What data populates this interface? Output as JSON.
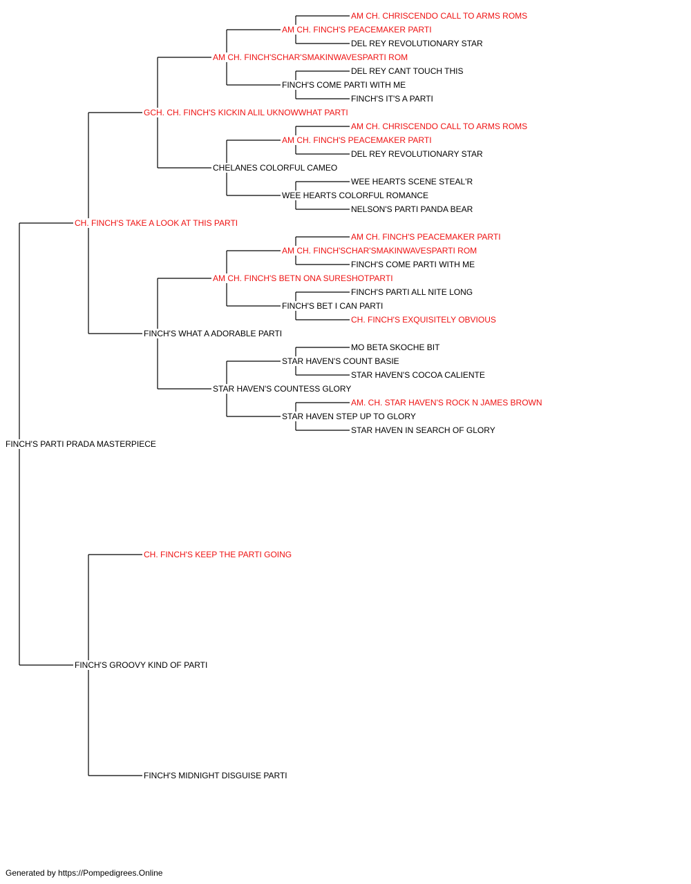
{
  "colors": {
    "titled": "#ee1111",
    "untitled": "#000000",
    "connector": "#000000",
    "background": "#ffffff"
  },
  "pedigree": {
    "name": "FINCH'S PARTI PRADA MASTERPIECE",
    "titled": false,
    "sire": {
      "name": "CH. FINCH'S TAKE A LOOK AT THIS PARTI",
      "titled": true,
      "sire": {
        "name": "GCH. CH. FINCH'S KICKIN ALIL UKNOWWHAT PARTI",
        "titled": true,
        "sire": {
          "name": "AM CH. FINCH'SCHAR'SMAKINWAVESPARTI ROM",
          "titled": true,
          "sire": {
            "name": "AM CH. FINCH'S PEACEMAKER PARTI",
            "titled": true,
            "sire": {
              "name": "AM CH. CHRISCENDO CALL TO ARMS ROMS",
              "titled": true
            },
            "dam": {
              "name": "DEL REY REVOLUTIONARY STAR",
              "titled": false
            }
          },
          "dam": {
            "name": "FINCH'S COME PARTI WITH ME",
            "titled": false,
            "sire": {
              "name": "DEL REY CANT TOUCH THIS",
              "titled": false
            },
            "dam": {
              "name": "FINCH'S IT'S A PARTI",
              "titled": false
            }
          }
        },
        "dam": {
          "name": "CHELANES COLORFUL CAMEO",
          "titled": false,
          "sire": {
            "name": "AM CH. FINCH'S PEACEMAKER PARTI",
            "titled": true,
            "sire": {
              "name": "AM CH. CHRISCENDO CALL TO ARMS ROMS",
              "titled": true
            },
            "dam": {
              "name": "DEL REY REVOLUTIONARY STAR",
              "titled": false
            }
          },
          "dam": {
            "name": "WEE HEARTS COLORFUL ROMANCE",
            "titled": false,
            "sire": {
              "name": "WEE HEARTS SCENE STEAL'R",
              "titled": false
            },
            "dam": {
              "name": "NELSON'S PARTI PANDA BEAR",
              "titled": false
            }
          }
        }
      },
      "dam": {
        "name": "FINCH'S WHAT A ADORABLE PARTI",
        "titled": false,
        "sire": {
          "name": "AM CH. FINCH'S BETN ONA SURESHOTPARTI",
          "titled": true,
          "sire": {
            "name": "AM CH. FINCH'SCHAR'SMAKINWAVESPARTI ROM",
            "titled": true,
            "sire": {
              "name": "AM CH. FINCH'S PEACEMAKER PARTI",
              "titled": true
            },
            "dam": {
              "name": "FINCH'S COME PARTI WITH ME",
              "titled": false
            }
          },
          "dam": {
            "name": "FINCH'S BET I CAN PARTI",
            "titled": false,
            "sire": {
              "name": "FINCH'S PARTI ALL NITE LONG",
              "titled": false
            },
            "dam": {
              "name": "CH. FINCH'S EXQUISITELY OBVIOUS",
              "titled": true
            }
          }
        },
        "dam": {
          "name": "STAR HAVEN'S COUNTESS GLORY",
          "titled": false,
          "sire": {
            "name": "STAR HAVEN'S COUNT BASIE",
            "titled": false,
            "sire": {
              "name": "MO BETA SKOCHE BIT",
              "titled": false
            },
            "dam": {
              "name": "STAR HAVEN'S COCOA CALIENTE",
              "titled": false
            }
          },
          "dam": {
            "name": "STAR HAVEN STEP UP TO GLORY",
            "titled": false,
            "sire": {
              "name": "AM. CH. STAR HAVEN'S ROCK N JAMES BROWN",
              "titled": true
            },
            "dam": {
              "name": "STAR HAVEN IN SEARCH OF GLORY",
              "titled": false
            }
          }
        }
      }
    },
    "dam": {
      "name": "FINCH'S GROOVY KIND OF PARTI",
      "titled": false,
      "sire": {
        "name": "CH. FINCH'S KEEP THE PARTI GOING",
        "titled": true
      },
      "dam": {
        "name": "FINCH'S MIDNIGHT DISGUISE PARTI",
        "titled": false
      }
    }
  },
  "footer": "Generated by https://Pompedigrees.Online"
}
